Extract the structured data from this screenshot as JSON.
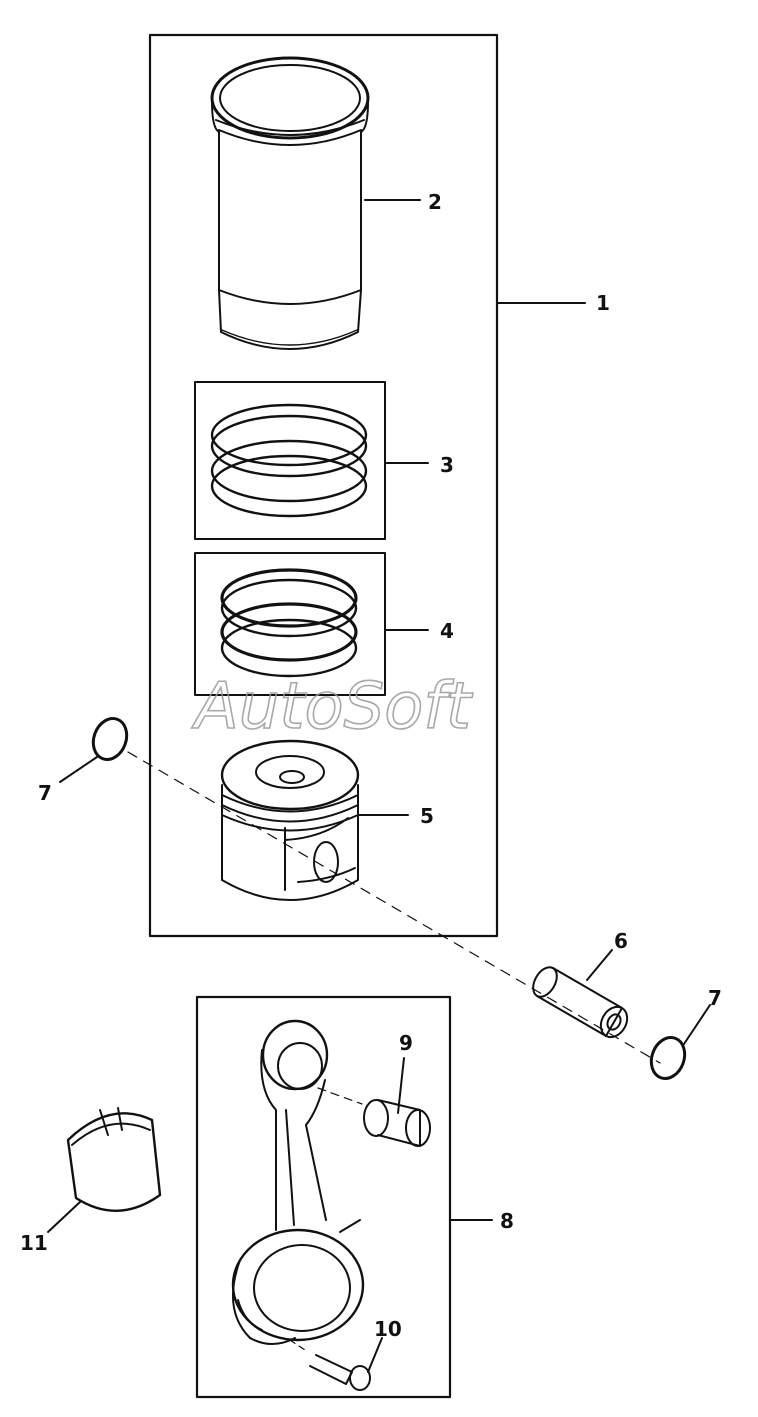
{
  "watermark": {
    "text": "AutoSoft"
  },
  "callouts": {
    "c1": "1",
    "c2": "2",
    "c3": "3",
    "c4": "4",
    "c5": "5",
    "c6": "6",
    "c7a": "7",
    "c7b": "7",
    "c8": "8",
    "c9": "9",
    "c10": "10",
    "c11": "11"
  }
}
